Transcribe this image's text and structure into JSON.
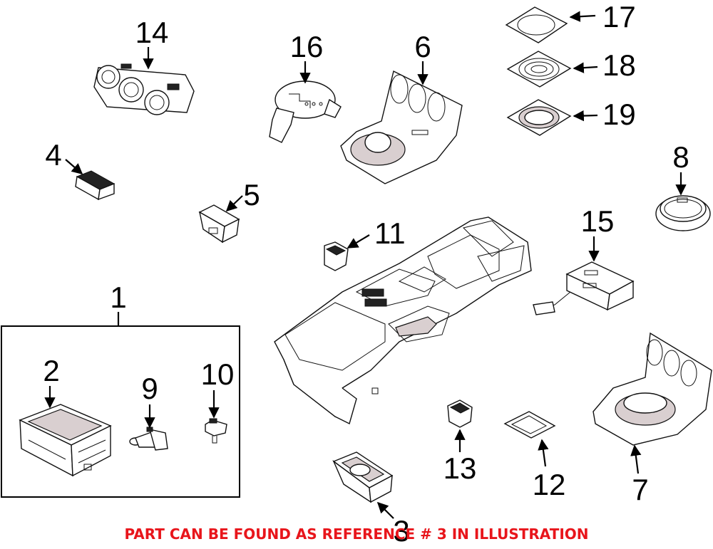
{
  "callouts": {
    "n1": "1",
    "n2": "2",
    "n3": "3",
    "n4": "4",
    "n5": "5",
    "n6": "6",
    "n7": "7",
    "n8": "8",
    "n9": "9",
    "n10": "10",
    "n11": "11",
    "n12": "12",
    "n13": "13",
    "n14": "14",
    "n15": "15",
    "n16": "16",
    "n17": "17",
    "n18": "18",
    "n19": "19"
  },
  "footer_note": "PART CAN BE FOUND AS REFERENCE # 3 IN ILLUSTRATION",
  "colors": {
    "note": "#e8151b",
    "ink": "#000000",
    "part_fill": "#ffffff",
    "trim": "#d9cfd0"
  }
}
